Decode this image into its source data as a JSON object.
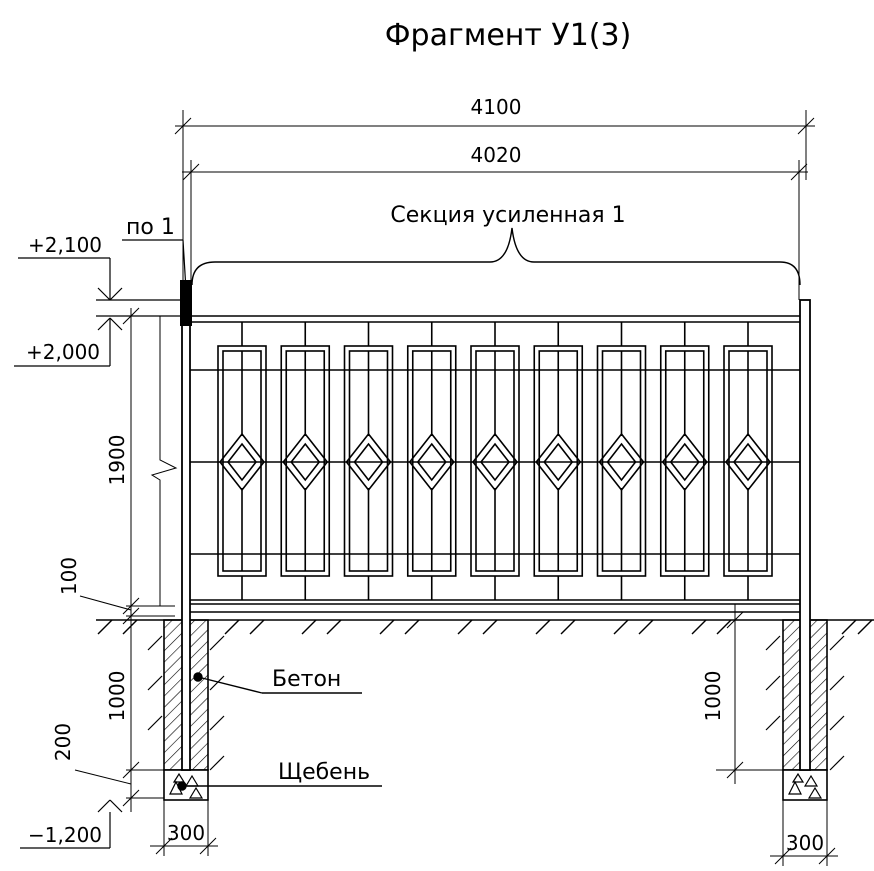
{
  "title": "Фрагмент У1(3)",
  "section_label": "Секция усиленная 1",
  "post_label": "по 1",
  "dimensions": {
    "total_width": "4100",
    "section_width": "4020",
    "fence_height": "1900",
    "ground_gap": "100",
    "left_foundation_depth": "1000",
    "right_foundation_depth": "1000",
    "gravel_layer": "200",
    "left_pit_width": "300",
    "right_pit_width": "300"
  },
  "elevations": {
    "post_top": "+2,100",
    "section_top": "+2,000",
    "pit_bottom": "−1,200"
  },
  "materials": {
    "concrete": "Бетон",
    "gravel": "Щебень"
  },
  "panel_count": 9
}
